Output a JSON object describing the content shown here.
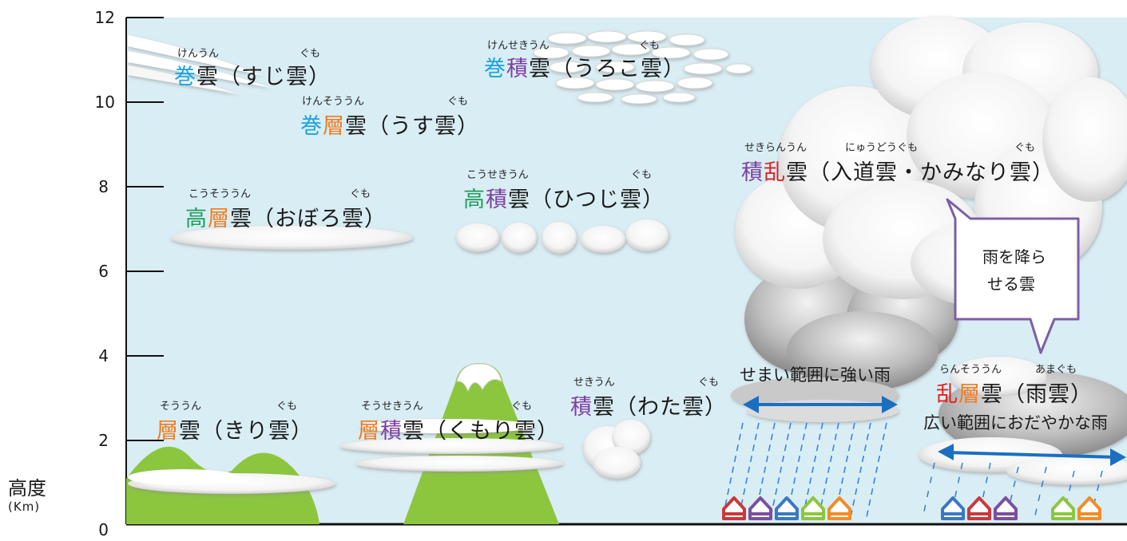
{
  "axis": {
    "ticks": [
      "0",
      "2",
      "4",
      "6",
      "8",
      "10",
      "12"
    ],
    "label": "高度",
    "unit": "(Km)"
  },
  "colors": {
    "sky": "#d9edf4",
    "mountain": "#8cc63f",
    "ken": "#1aa3e0",
    "sou": "#f07c21",
    "seki": "#7b3fa0",
    "kou": "#1d9e5a",
    "ran": "#e02020",
    "arrow": "#1a6fc1",
    "rain": "#2f7fd8",
    "callout_border": "#7d5fa6"
  },
  "clouds": {
    "cirrus": {
      "ruby_a": "けんうん",
      "ruby_b": "ぐも",
      "c1": "巻",
      "c2": "雲",
      "rest": "（すじ雲）"
    },
    "cirrocumulus": {
      "ruby_a": "けんせきうん",
      "ruby_b": "ぐも",
      "c1": "巻",
      "c2": "積",
      "c3": "雲",
      "rest": "（うろこ雲）"
    },
    "cirrostratus": {
      "ruby_a": "けんそううん",
      "ruby_b": "ぐも",
      "c1": "巻",
      "c2": "層",
      "c3": "雲",
      "rest": "（うす雲）"
    },
    "cumulonimbus": {
      "ruby_a": "せきらんうん",
      "ruby_b": "にゅうどうぐも",
      "ruby_c": "ぐも",
      "c1": "積",
      "c2": "乱",
      "c3": "雲",
      "rest": "（入道雲・かみなり雲）"
    },
    "altostratus": {
      "ruby_a": "こうそううん",
      "ruby_b": "ぐも",
      "c1": "高",
      "c2": "層",
      "c3": "雲",
      "rest": "（おぼろ雲）"
    },
    "altocumulus": {
      "ruby_a": "こうせきうん",
      "ruby_b": "ぐも",
      "c1": "高",
      "c2": "積",
      "c3": "雲",
      "rest": "（ひつじ雲）"
    },
    "cumulus": {
      "ruby_a": "せきうん",
      "ruby_b": "ぐも",
      "c1": "積",
      "c2": "雲",
      "rest": "（わた雲）"
    },
    "stratus": {
      "ruby_a": "そううん",
      "ruby_b": "ぐも",
      "c1": "層",
      "c2": "雲",
      "rest": "（きり雲）"
    },
    "stratocumulus": {
      "ruby_a": "そうせきうん",
      "ruby_b": "ぐも",
      "c1": "層",
      "c2": "積",
      "c3": "雲",
      "rest": "（くもり雲）"
    },
    "nimbostratus": {
      "ruby_a": "らんそううん",
      "ruby_b": "あまぐも",
      "c1": "乱",
      "c2": "層",
      "c3": "雲",
      "rest": "（雨雲）"
    }
  },
  "rain_notes": {
    "narrow": "せまい範囲に強い雨",
    "wide": "広い範囲におだやかな雨"
  },
  "callout": {
    "line1": "雨を降ら",
    "line2": "せる雲"
  },
  "houses": {
    "left": [
      "#c8393b",
      "#7b4fa0",
      "#3b78c4",
      "#8cc63f",
      "#f28c28"
    ],
    "right": [
      "#3b78c4",
      "#c8393b",
      "#7b4fa0",
      "#8cc63f",
      "#f28c28"
    ]
  }
}
